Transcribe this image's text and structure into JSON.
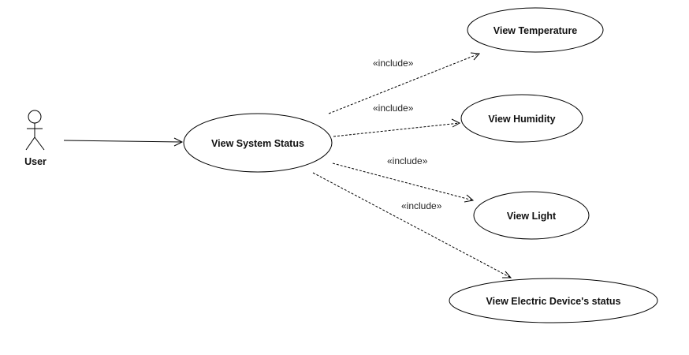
{
  "actor": {
    "name": "User"
  },
  "use_cases": {
    "main": "View System Status",
    "temperature": "View Temperature",
    "humidity": "View Humidity",
    "light": "View Light",
    "electric": "View Electric Device's status"
  },
  "relationships": {
    "include_temperature": "«include»",
    "include_humidity": "«include»",
    "include_light": "«include»",
    "include_electric": "«include»"
  }
}
